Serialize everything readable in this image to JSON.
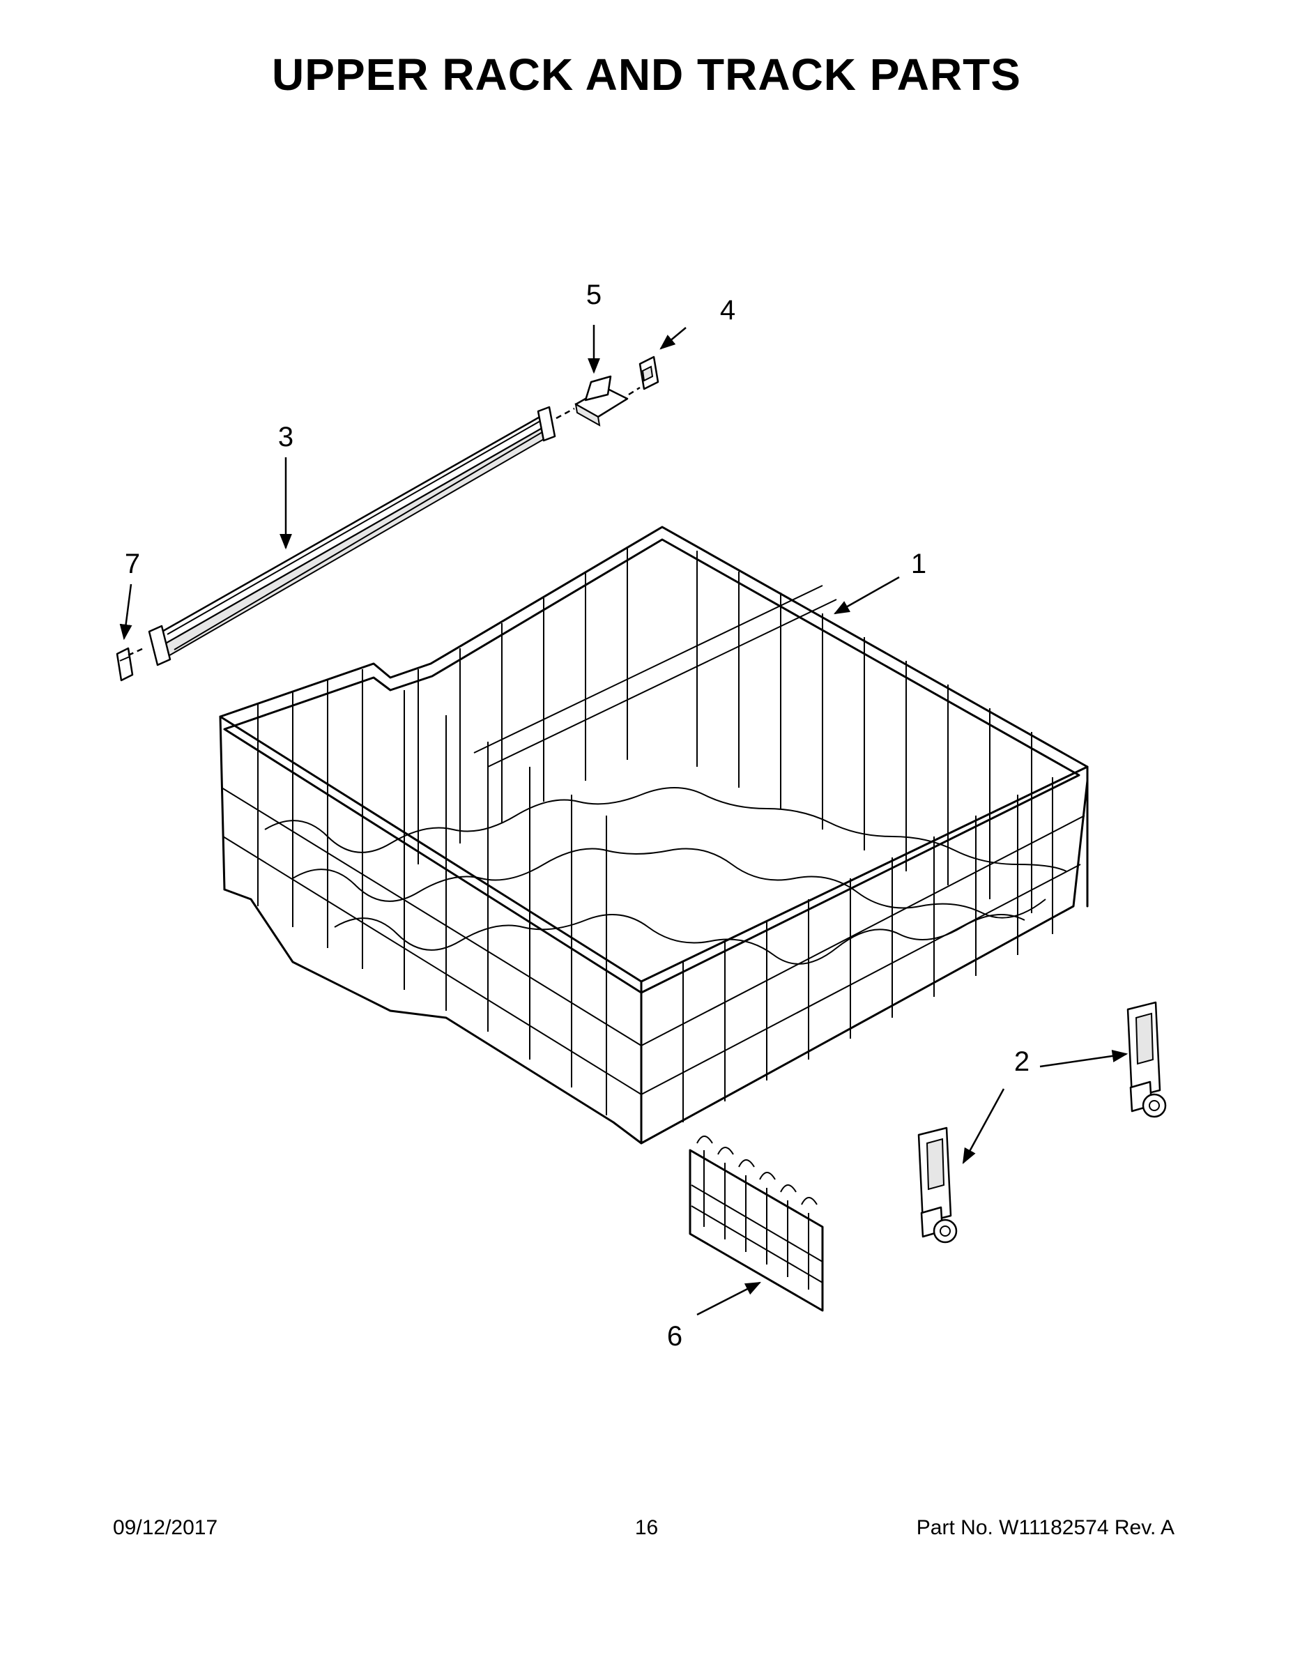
{
  "page": {
    "title": "UPPER RACK AND TRACK PARTS"
  },
  "callouts": {
    "c1": "1",
    "c2": "2",
    "c3": "3",
    "c4": "4",
    "c5": "5",
    "c6": "6",
    "c7": "7"
  },
  "footer": {
    "date": "09/12/2017",
    "page_number": "16",
    "part_info": "Part No.  W11182574  Rev.  A"
  }
}
